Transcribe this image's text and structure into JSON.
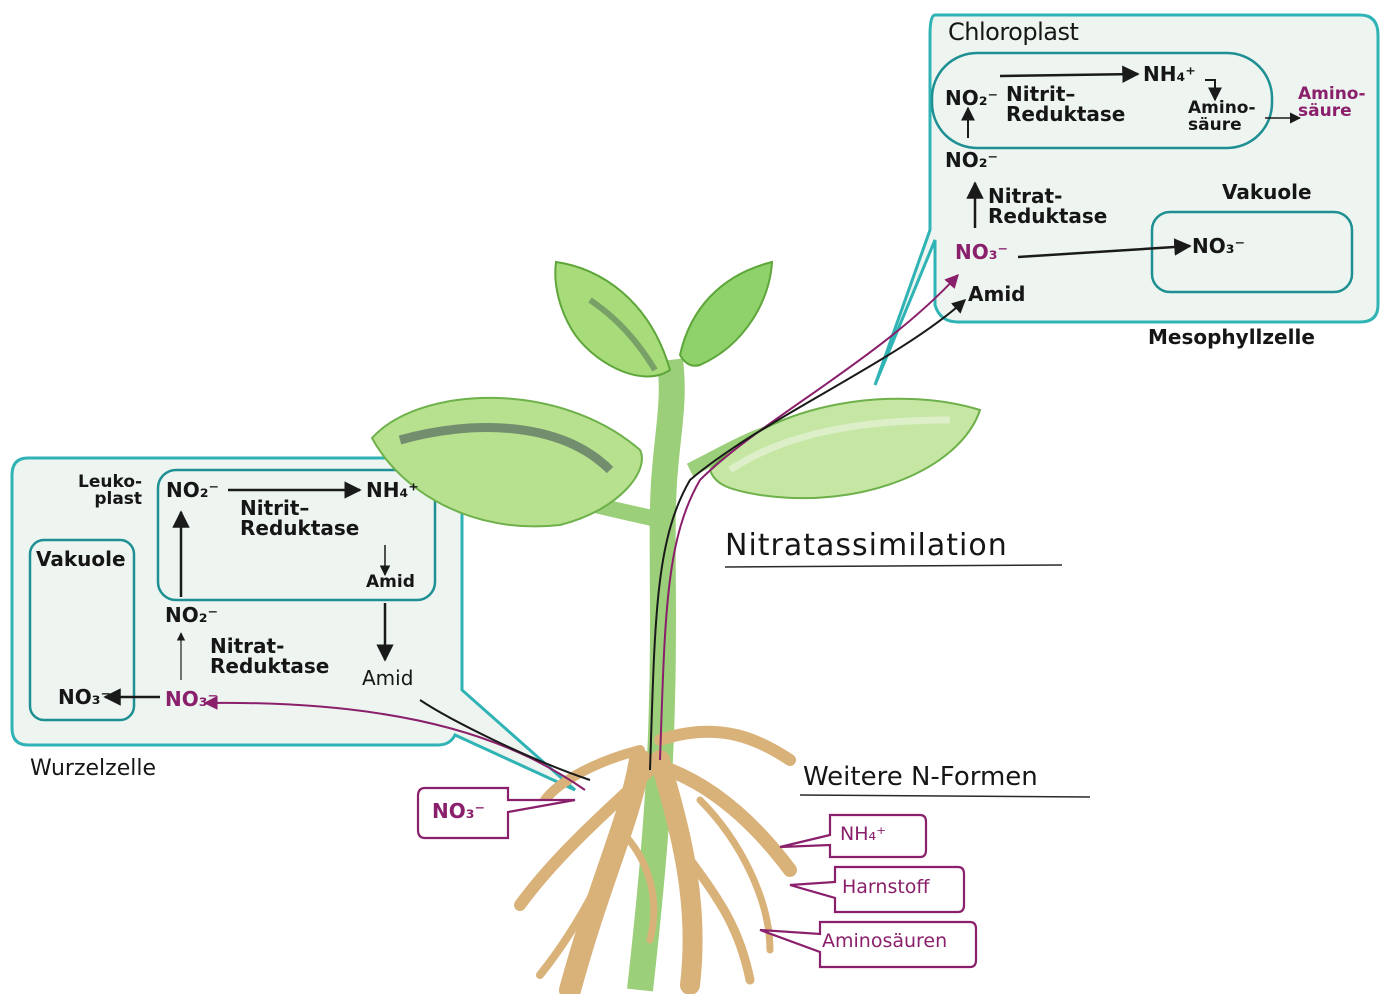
{
  "title": "Nitratassimilation",
  "mesophyll": {
    "caption": "Mesophyllzelle",
    "chloroplast": "Chloroplast",
    "no2_chloro": "NO₂⁻",
    "nitrit_reduktase": "Nitrit–\nReduktase",
    "nh4": "NH₄⁺",
    "aminosaeure_inner": "Amino-\nsäure",
    "aminosaeure_outer": "Amino-\nsäure",
    "no2_cyto": "NO₂⁻",
    "nitrat_reduktase": "Nitrat-\nReduktase",
    "no3_cyto": "NO₃⁻",
    "vakuole": "Vakuole",
    "no3_vak": "NO₃⁻",
    "amid": "Amid"
  },
  "wurzel": {
    "caption": "Wurzelzelle",
    "leukoplast": "Leuko-\nplast",
    "no2_leuko": "NO₂⁻",
    "nitrit_reduktase": "Nitrit–\nReduktase",
    "nh4": "NH₄⁺",
    "amid_inner": "Amid",
    "vakuole": "Vakuole",
    "no2_cyto": "NO₂⁻",
    "nitrat_reduktase": "Nitrat-\nReduktase",
    "no3_vak": "NO₃⁻",
    "no3_cyto": "NO₃⁻",
    "amid_outer": "Amid"
  },
  "soil": {
    "no3_tag": "NO₃⁻",
    "weitere_title": "Weitere N-Formen",
    "tags": [
      "NH₄⁺",
      "Harnstoff",
      "Aminosäuren"
    ]
  },
  "colors": {
    "cell_border": "#2fb3b5",
    "cell_fill": "#eef5f0",
    "leaf_green": "#8fd16a",
    "root_tan": "#d9b27a",
    "pink": "#8a1f6b"
  }
}
